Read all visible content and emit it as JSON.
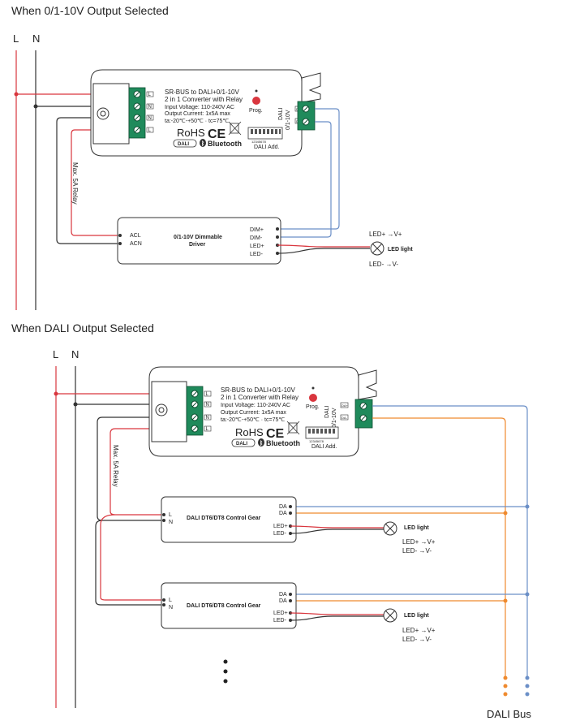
{
  "section1": {
    "title": "When 0/1-10V Output Selected",
    "L": "L",
    "N": "N",
    "converter": {
      "name": "SR-BUS to DALI+0/1-10V",
      "sub": "2 in 1 Converter with Relay",
      "input": "Input Voltage: 110-240V AC",
      "output": "Output Current: 1x5A max",
      "temp": "ta:-20℃-+50℃ · tc=75℃",
      "prog": "Prog.",
      "dali": "DALI",
      "v010": "0/1-10V",
      "rohs": "RoHS",
      "ce": "CE",
      "dali_logo": "DALI",
      "bluetooth": "Bluetooth",
      "dali_add": "DALI Add.",
      "dip_digits": "12345678",
      "left_terms": [
        "L",
        "N",
        "N",
        "L"
      ],
      "right_terms": [
        "DA+",
        "DA-"
      ]
    },
    "relay": "Max. 5A Relay",
    "driver": {
      "name_line1": "0/1-10V Dimmable",
      "name_line2": "Driver",
      "acl": "ACL",
      "acn": "ACN",
      "dimp": "DIM+",
      "dimm": "DIM-",
      "ledp": "LED+",
      "ledm": "LED-"
    },
    "led_light": "LED light",
    "led_plus": "LED+ →V+",
    "led_minus": "LED- →V-"
  },
  "section2": {
    "title": "When DALI Output Selected",
    "L": "L",
    "N": "N",
    "relay": "Max. 5A Relay",
    "gear_name": "DALI DT6/DT8 Control Gear",
    "gear_l": "L",
    "gear_n": "N",
    "gear_da": "DA",
    "gear_ledp": "LED+",
    "gear_ledm": "LED-",
    "led_light": "LED light",
    "led_plus": "LED+ →V+",
    "led_minus": "LED- →V-",
    "dali_bus": "DALI Bus"
  },
  "colors": {
    "live": "#d9363e",
    "neutral": "#333333",
    "dali_blue": "#6b8fc7",
    "dali_orange": "#ef8a2e",
    "terminal_green": "#1f8a5b"
  }
}
